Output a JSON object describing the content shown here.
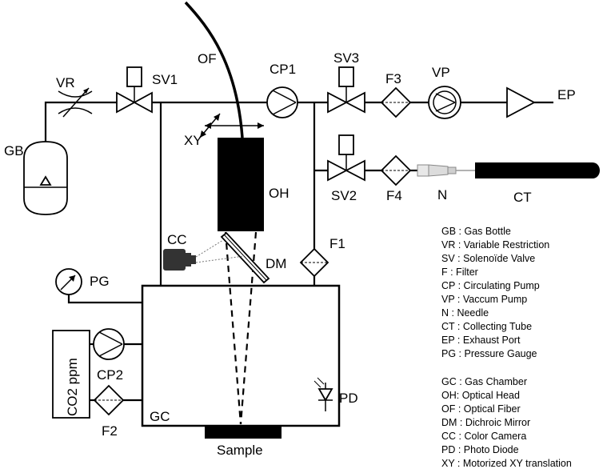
{
  "labels": {
    "of": "OF",
    "cp1": "CP1",
    "sv3": "SV3",
    "vr": "VR",
    "sv1": "SV1",
    "f3": "F3",
    "vp": "VP",
    "ep": "EP",
    "gb": "GB",
    "xy": "XY",
    "oh": "OH",
    "sv2": "SV2",
    "f4": "F4",
    "n": "N",
    "ct": "CT",
    "cc": "CC",
    "dm": "DM",
    "f1": "F1",
    "pg": "PG",
    "co2": "CO2 ppm",
    "cp2": "CP2",
    "f2": "F2",
    "gc": "GC",
    "pd": "PD",
    "sample": "Sample"
  },
  "legend": [
    "GB : Gas Bottle",
    "VR : Variable Restriction",
    "SV : Solenoïde Valve",
    "F : Filter",
    "CP : Circulating Pump",
    "VP : Vaccum Pump",
    "N : Needle",
    "CT : Collecting Tube",
    "EP : Exhaust Port",
    "PG : Pressure Gauge",
    "",
    "GC : Gas Chamber",
    "OH: Optical Head",
    "OF : Optical Fiber",
    "DM : Dichroic Mirror",
    "CC : Color Camera",
    "PD : Photo Diode",
    "XY : Motorized XY translation"
  ]
}
